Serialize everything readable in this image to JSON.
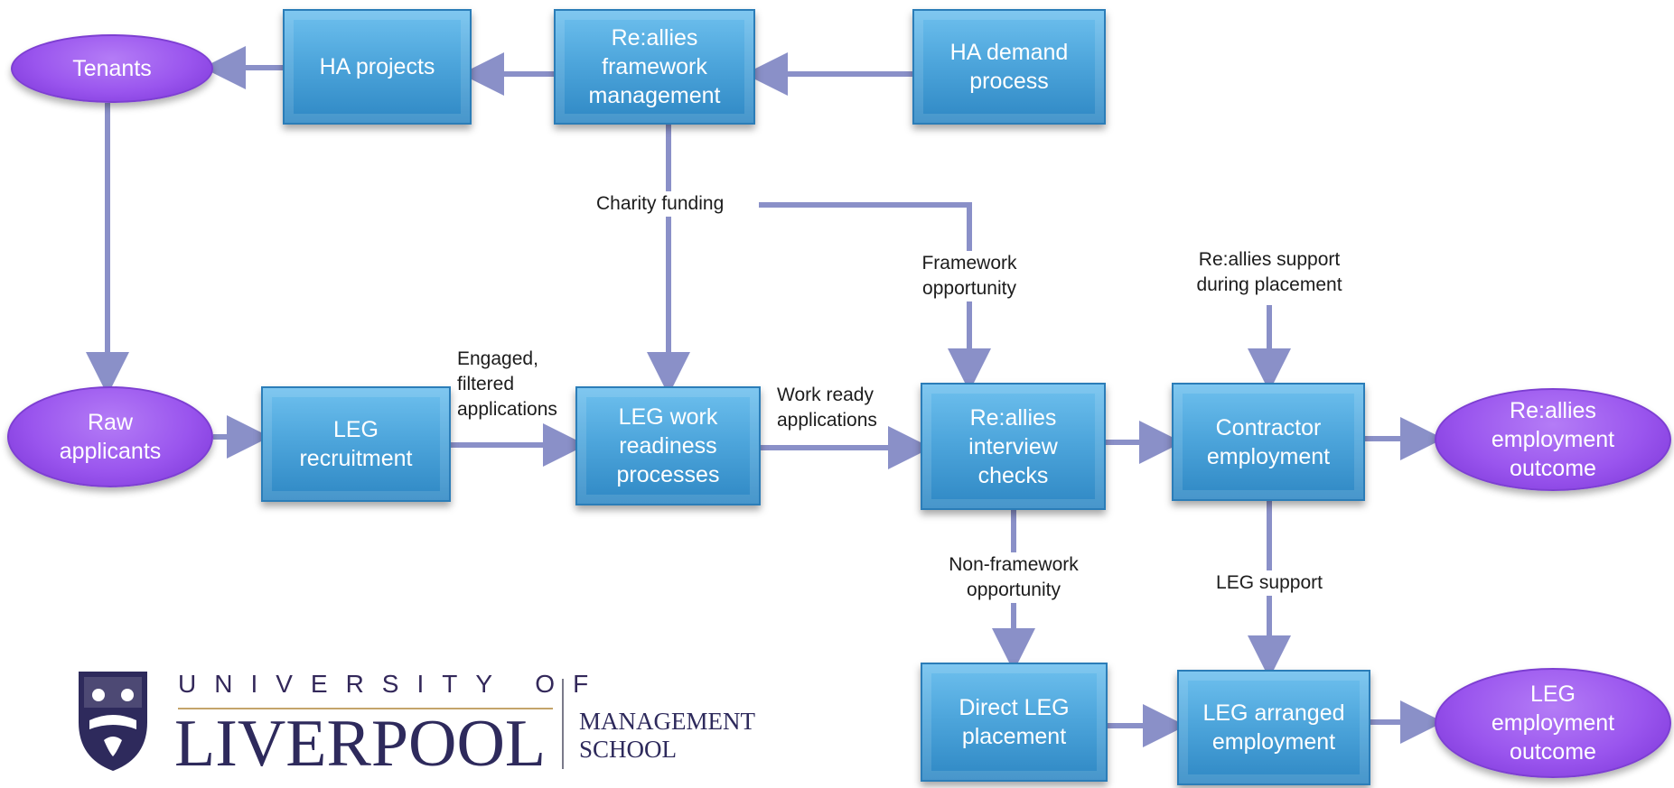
{
  "colors": {
    "box": "#4ea6dc",
    "oval": "#9a55ee",
    "arrow": "#8a90c8",
    "text": "#1c1c1c"
  },
  "nodes": {
    "tenants": "Tenants",
    "ha_projects": "HA projects",
    "framework_mgmt": "Re:allies\nframework\nmanagement",
    "ha_demand": "HA demand\nprocess",
    "raw_applicants": "Raw\napplicants",
    "leg_recruitment": "LEG\nrecruitment",
    "leg_work_readiness": "LEG work\nreadiness\nprocesses",
    "interview_checks": "Re:allies\ninterview\nchecks",
    "contractor_employment": "Contractor\nemployment",
    "reallies_outcome": "Re:allies\nemployment\noutcome",
    "direct_leg_placement": "Direct LEG\nplacement",
    "leg_arranged_employment": "LEG arranged\nemployment",
    "leg_outcome": "LEG\nemployment\noutcome"
  },
  "labels": {
    "charity_funding": "Charity funding",
    "framework_opportunity": "Framework\nopportunity",
    "reallies_support": "Re:allies support\nduring placement",
    "engaged_filtered": "Engaged,\nfiltered\napplications",
    "work_ready": "Work ready\napplications",
    "non_framework": "Non-framework\nopportunity",
    "leg_support": "LEG support"
  },
  "logo": {
    "line1": "UNIVERSITY OF",
    "line2": "LIVERPOOL",
    "school": "MANAGEMENT\nSCHOOL"
  }
}
